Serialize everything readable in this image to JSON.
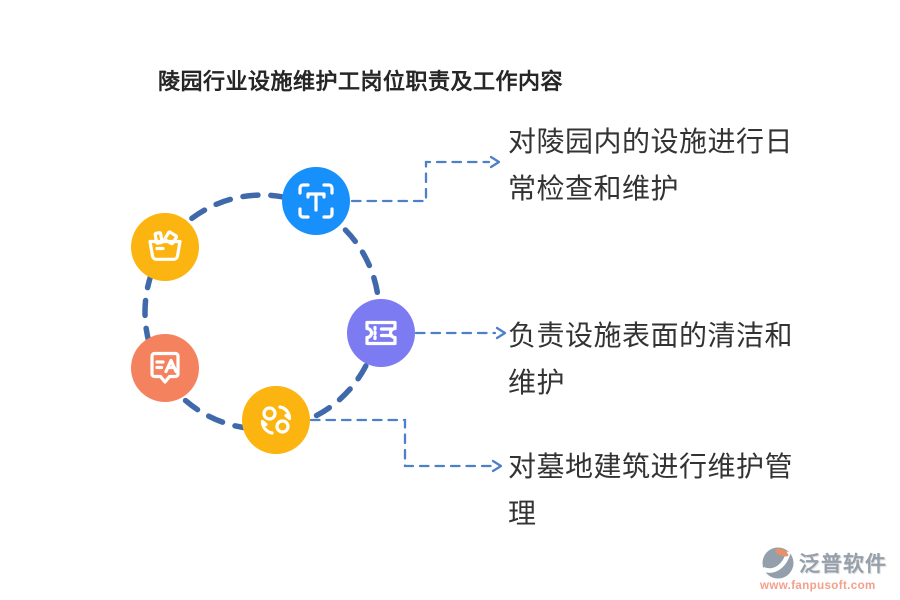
{
  "title": "陵园行业设施维护工岗位职责及工作内容",
  "theme": {
    "blue": "#1890fb",
    "yellow": "#fbb410",
    "orange": "#f5825e",
    "purple": "#7c7bf2",
    "circle-dash": "#3f69aa",
    "connector": "#4d80c9",
    "brand-gray": "#96a0ab",
    "url-color": "#f2a08b"
  },
  "diagram": {
    "nodes": [
      {
        "id": "text-scan",
        "icon": "text-scan-icon",
        "color_key": "blue"
      },
      {
        "id": "storage-box",
        "icon": "storage-box-icon",
        "color_key": "yellow"
      },
      {
        "id": "translate-chat",
        "icon": "translate-chat-icon",
        "color_key": "orange"
      },
      {
        "id": "ticket",
        "icon": "ticket-icon",
        "color_key": "purple"
      },
      {
        "id": "sync",
        "icon": "sync-circles-icon",
        "color_key": "yellow"
      }
    ]
  },
  "items": [
    {
      "text": "对陵园内的设施进行日常检查和维护"
    },
    {
      "text": "负责设施表面的清洁和维护"
    },
    {
      "text": "对墓地建筑进行维护管理"
    }
  ],
  "footer": {
    "brand": "泛普软件",
    "url": "www.fanpusoft.com"
  }
}
